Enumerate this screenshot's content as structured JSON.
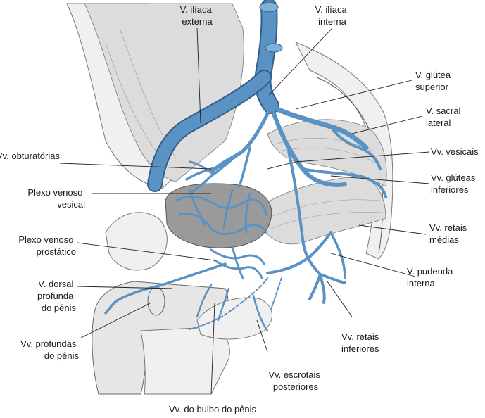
{
  "labels": {
    "iliaca_externa": [
      "V. ilíaca",
      "externa"
    ],
    "iliaca_interna": [
      "V. ilíaca",
      "interna"
    ],
    "glutea_superior": [
      "V. glútea",
      "superior"
    ],
    "sacral_lateral": [
      "V. sacral",
      "lateral"
    ],
    "vesicais": [
      "Vv. vesicais"
    ],
    "gluteas_inferiores": [
      "Vv. glúteas",
      "inferiores"
    ],
    "retais_medias": [
      "Vv. retais",
      "médias"
    ],
    "pudenda_interna": [
      "V. pudenda",
      "interna"
    ],
    "retais_inferiores": [
      "Vv. retais",
      "inferiores"
    ],
    "escrotais_posteriores": [
      "Vv. escrotais",
      "posteriores"
    ],
    "bulbo_penis": [
      "Vv. do bulbo do pênis"
    ],
    "profundas_penis": [
      "Vv. profundas",
      "do pênis"
    ],
    "dorsal_profunda": [
      "V. dorsal",
      "profunda",
      "do pênis"
    ],
    "plexo_prostatico": [
      "Plexo venoso",
      "prostático"
    ],
    "plexo_vesical": [
      "Plexo venoso",
      "vesical"
    ],
    "obturatorias": [
      "Vv. obturatórias"
    ]
  },
  "colors": {
    "vein": "#5a92c4",
    "vein_edge": "#2f5f8a",
    "tissue": "#e6e6e6"
  }
}
